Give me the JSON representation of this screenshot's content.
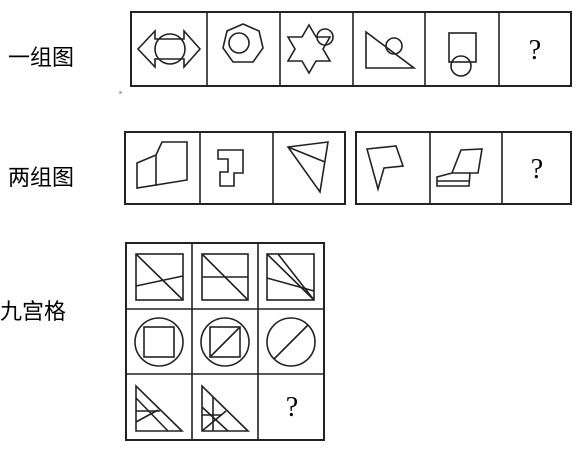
{
  "labels": {
    "row1": "一组图",
    "row2": "两组图",
    "row3": "九宫格"
  },
  "question_mark": "?",
  "colors": {
    "stroke": "#222222",
    "background": "#ffffff"
  }
}
